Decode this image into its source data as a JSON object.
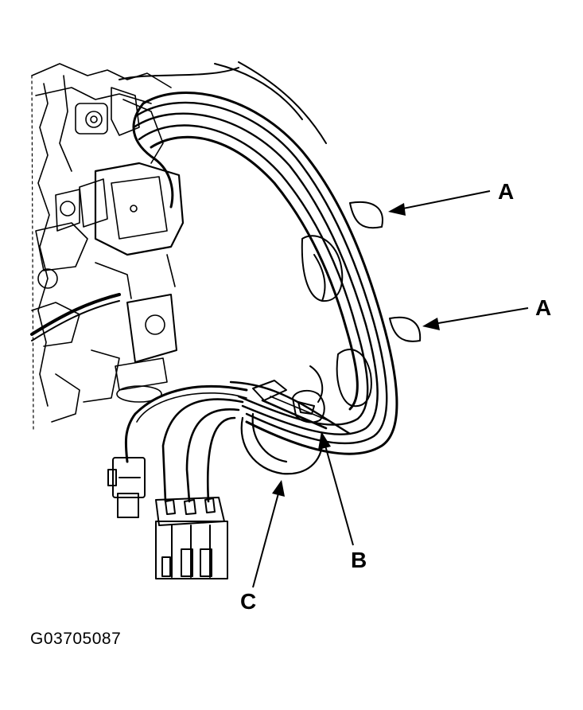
{
  "diagram": {
    "callouts": [
      {
        "id": "a1",
        "label": "A"
      },
      {
        "id": "a2",
        "label": "A"
      },
      {
        "id": "b",
        "label": "B"
      },
      {
        "id": "c",
        "label": "C"
      }
    ],
    "figure_id": "G03705087",
    "colors": {
      "ink": "#000000",
      "paper": "#ffffff"
    }
  }
}
